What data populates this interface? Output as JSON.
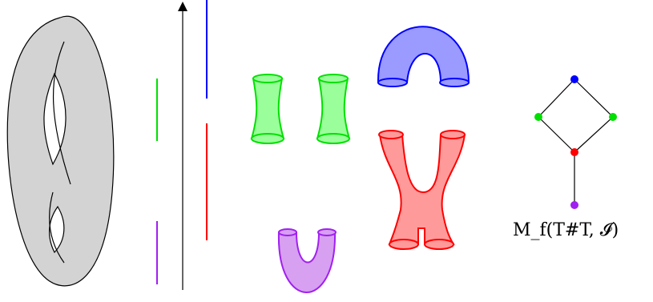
{
  "diagram": {
    "label": "M_f(T#T, 𝓘)",
    "colors": {
      "surface_fill": "#d3d3d3",
      "blue": "#0000ff",
      "blue_fill": "#9a9aff",
      "green": "#00e000",
      "green_fill": "#9aff9a",
      "red": "#ff0000",
      "red_fill": "#ff9a9a",
      "purple": "#a020f0",
      "purple_fill": "#d8a0f0",
      "black": "#000000"
    },
    "graph": {
      "nodes": [
        "top-blue",
        "left-green",
        "right-green",
        "middle-red",
        "bottom-purple"
      ],
      "edges": [
        [
          "top-blue",
          "left-green"
        ],
        [
          "top-blue",
          "right-green"
        ],
        [
          "left-green",
          "middle-red"
        ],
        [
          "right-green",
          "middle-red"
        ],
        [
          "middle-red",
          "bottom-purple"
        ]
      ]
    }
  }
}
